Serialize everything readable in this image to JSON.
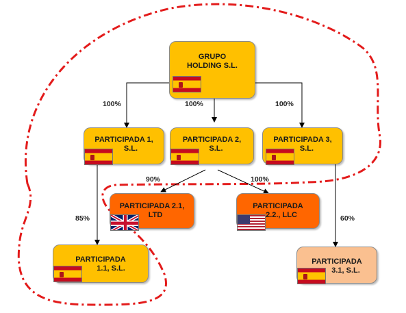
{
  "colors": {
    "yellow": "#ffc000",
    "orange": "#ff6600",
    "peach": "#fac090",
    "boundary": "#e31b1b",
    "arrow": "#000000"
  },
  "nodes": {
    "holding": {
      "label_line1": "GRUPO",
      "label_line2": "HOLDING S.L.",
      "flag": "spain-flag-icon"
    },
    "p1": {
      "label_line1": "PARTICIPADA 1,",
      "label_line2": "S.L.",
      "flag": "spain-flag-icon"
    },
    "p2": {
      "label_line1": "PARTICIPADA 2,",
      "label_line2": "S.L.",
      "flag": "spain-flag-icon"
    },
    "p3": {
      "label_line1": "PARTICIPADA 3,",
      "label_line2": "S.L.",
      "flag": "spain-flag-icon"
    },
    "p21": {
      "label_line1": "PARTICIPADA 2.1,",
      "label_line2": "LTD",
      "flag": "uk-flag-icon"
    },
    "p22": {
      "label_line1": "PARTICIPADA",
      "label_line2": "2.2., LLC",
      "flag": "usa-flag-icon"
    },
    "p11": {
      "label_line1": "PARTICIPADA",
      "label_line2": "1.1, S.L.",
      "flag": "spain-flag-icon"
    },
    "p31": {
      "label_line1": "PARTICIPADA",
      "label_line2": "3.1, S.L.",
      "flag": "spain-flag-icon"
    }
  },
  "percentages": {
    "holding_p1": "100%",
    "holding_p2": "100%",
    "holding_p3": "100%",
    "p2_p21": "90%",
    "p2_p22": "100%",
    "p1_p11": "85%",
    "p3_p31": "60%"
  }
}
